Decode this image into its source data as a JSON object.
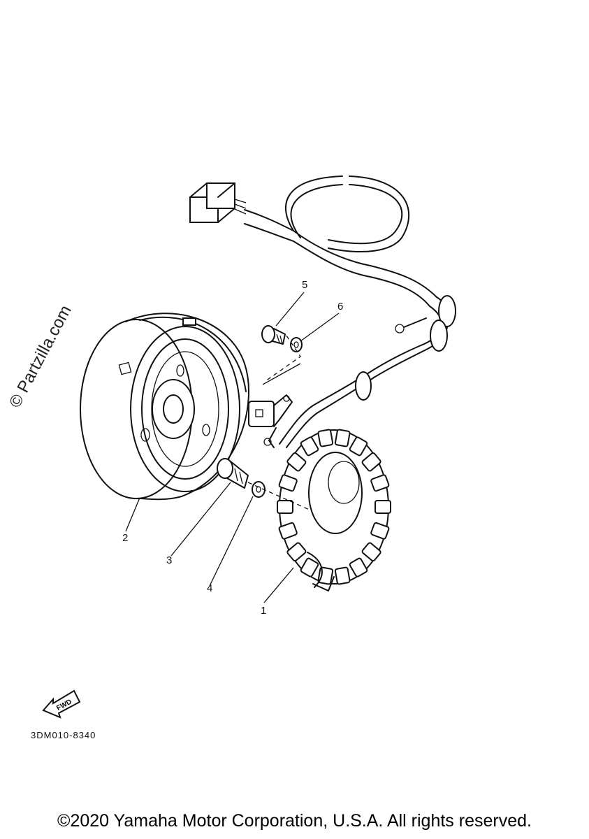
{
  "watermark": "© Partzilla.com",
  "callouts": {
    "c1": "1",
    "c2": "2",
    "c3": "3",
    "c4": "4",
    "c5": "5",
    "c6": "6"
  },
  "fwd_label": "FWD",
  "diagram_code": "3DM010-8340",
  "copyright": "©2020 Yamaha Motor Corporation, U.S.A. All rights reserved."
}
